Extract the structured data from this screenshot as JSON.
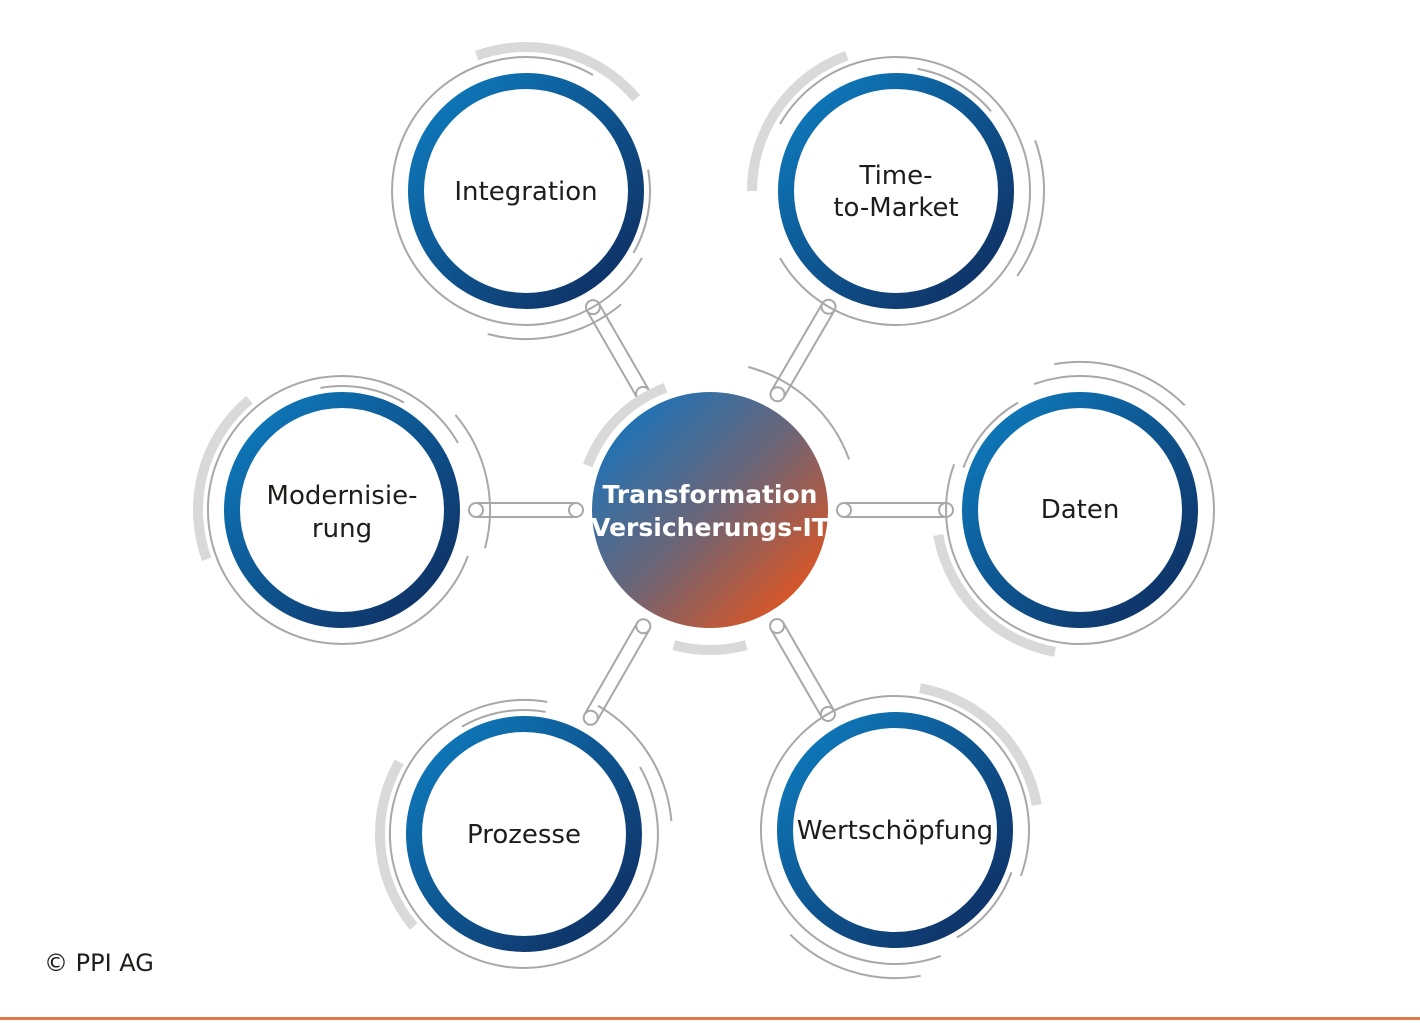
{
  "center": {
    "line1": "Transformation",
    "line2": "Versicherungs-IT"
  },
  "nodes": [
    {
      "id": "integration",
      "lines": [
        "Integration"
      ]
    },
    {
      "id": "time-to-market",
      "lines": [
        "Time-",
        "to-Market"
      ]
    },
    {
      "id": "daten",
      "lines": [
        "Daten"
      ]
    },
    {
      "id": "wertschoepfung",
      "lines": [
        "Wertschöpfung"
      ]
    },
    {
      "id": "prozesse",
      "lines": [
        "Prozesse"
      ]
    },
    {
      "id": "modernisierung",
      "lines": [
        "Modernisie-",
        "rung"
      ]
    }
  ],
  "footer": {
    "copyright": "© PPI AG"
  },
  "colors": {
    "ring_light": "#0e7fc2",
    "ring_dark": "#0f2a5c",
    "center_blue": "#1a74bb",
    "center_orange": "#e3541f",
    "connector": "#a7a8aa",
    "gray_arc": "#d9d9d9",
    "accent_line": "#e07a4a"
  }
}
